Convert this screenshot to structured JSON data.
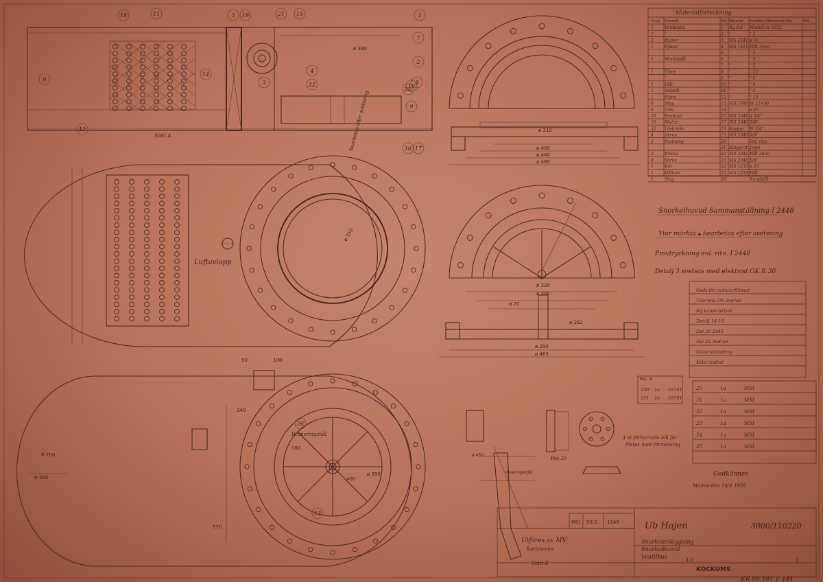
{
  "drawing": {
    "title_main": "Snorkelhuvud Sammanställning I 2448",
    "note_surfaces": "Ytor märkta ▴ bearbetas efter svetsning",
    "note_pressure": "Provtryckning enl. ritn. I 2448",
    "note_detail": "Detalj 3 svetsas med elektrod OK R 30",
    "label_luftavlopp": "Luftavlopp",
    "label_dranering": "Dräneringshål",
    "label_snitt_a": "Snitt A",
    "label_snitt_b": "Snitt B",
    "label_pos20": "Pos 20",
    "label_hal": "4 st förborrade hål för",
    "label_hal2": "fästes med förmässing",
    "label_utfores": "Utföres av MV",
    "label_karlskrona": "Karlskrona",
    "label_ubhajen": "Ub Hajen",
    "drawing_number": "3000/110220",
    "desc1": "Snorkelanläggning",
    "desc2": "Snorkelhuvud",
    "desc3": "Ventilhus",
    "company": "KOCKUMS",
    "footer_code": "KR 09.191  F 141",
    "godkannes": "Godkännes",
    "malmo": "Malmö den 14/4 1955",
    "dims": [
      "ø 330",
      "ø 300",
      "ø 290",
      "ø 460",
      "ø 480",
      "ø 210",
      "ø 380",
      "ø 440",
      "ø 400",
      "ø 262",
      "ø 20"
    ],
    "dim_labels": {
      "d350": "ø 350",
      "d180": "180",
      "d100": "100",
      "d90": "90",
      "d340": "340",
      "d570": "570",
      "d400": "400",
      "d450": "ø 450",
      "r700": "R 700",
      "r580": "R 580",
      "d390": "ø 390"
    }
  },
  "materials_table": {
    "title": "Materialförteckning",
    "headers": [
      "Antal",
      "Föremål",
      "Pos",
      "Material",
      "Modeller Råmaterial Dim.",
      "Vikt"
    ],
    "rows": [
      [
        "1",
        "Ventilsäte",
        "1",
        "Rg 8.8",
        "Modell nr 1033",
        ""
      ],
      [
        "1",
        "\"",
        "2",
        "\"",
        "\" 2",
        ""
      ],
      [
        "2",
        "Hylsor",
        "3",
        "SIS 2341",
        "ø 50",
        ""
      ],
      [
        "1",
        "Fjäder",
        "4",
        "SIS 1411",
        "Plåt 3mm",
        ""
      ],
      [
        "",
        "",
        "5",
        "\"",
        "\" 5",
        ""
      ],
      [
        "1",
        "Monteplåt",
        "6",
        "\"",
        "\" 5",
        ""
      ],
      [
        "",
        "",
        "7",
        "\"",
        "\" 5",
        ""
      ],
      [
        "1",
        "Fläns",
        "8",
        "\"",
        "\" 22",
        ""
      ],
      [
        "",
        "\"",
        "9",
        "\"",
        "\" 5",
        ""
      ],
      [
        "1",
        "Plåt",
        "10",
        "\"",
        "\" 5",
        ""
      ],
      [
        "1",
        "Sidplåt",
        "11",
        "\"",
        "\" 5",
        ""
      ],
      [
        "1",
        "Fläns",
        "12",
        "\"",
        "\" 10",
        ""
      ],
      [
        "6",
        "Stag",
        "13",
        "SIS 1550",
        "pl 12×30",
        ""
      ],
      [
        "6",
        "Gris",
        "14",
        "\"",
        "ø 40",
        ""
      ],
      [
        "16",
        "Pinnbult",
        "15",
        "SIS 2341",
        "ø 3/4\"",
        ""
      ],
      [
        "16",
        "Mutter",
        "17",
        "SIS 2340",
        "5/8\"",
        ""
      ],
      [
        "32",
        "Låsbricka",
        "18",
        "Koppar",
        "W 3/4\"",
        ""
      ],
      [
        "4",
        "Skruv",
        "19",
        "SIS 2340",
        "5/8\"",
        ""
      ],
      [
        "2",
        "Packning",
        "20",
        "",
        "Bef. ritn.",
        ""
      ],
      [
        "",
        "",
        "21",
        "Klingerit",
        "1mm",
        ""
      ],
      [
        "2",
        "Bricka",
        "22",
        "SIS 2341",
        "Plåt 3mm",
        ""
      ],
      [
        "8",
        "Skruv",
        "23",
        "SIS 2340",
        "5/8\"",
        ""
      ],
      [
        "1",
        "Rör",
        "24",
        "SIS 1233",
        "ø 20",
        ""
      ],
      [
        "1",
        "Hållare",
        "25",
        "SIS 1233",
        "Plåt",
        ""
      ],
      [
        "1",
        "Stag",
        "26",
        "",
        "Rundstål",
        ""
      ]
    ]
  },
  "revisions": {
    "title": "Ändringar",
    "rows": [
      "Gods för reducerflänsar",
      "Tolerans 2% ändrad",
      "Ny konstruktion",
      "Detalj 14-16",
      "Del 26 2441",
      "Del 22 ändrad",
      "Materialändring",
      "Mått ändrat"
    ]
  },
  "parts_list_small": {
    "title": "Rsc nr",
    "rows": [
      [
        "230",
        "1a",
        "18741"
      ],
      [
        "231",
        "1a",
        "18741"
      ]
    ]
  },
  "weld_table": {
    "rows": [
      [
        "20",
        "1a",
        "MSI"
      ],
      [
        "21",
        "1a",
        "MSI"
      ],
      [
        "22",
        "1a",
        "MSI"
      ],
      [
        "23",
        "1a",
        "MSI"
      ],
      [
        "24",
        "1a",
        "MSI"
      ],
      [
        "25",
        "1a",
        "MSI"
      ]
    ]
  },
  "title_block": {
    "approved_by": "Överingenjör",
    "material_row": [
      "MSI",
      "99.3",
      "1949"
    ],
    "scale": "1:2",
    "sheet": "1"
  },
  "balloons": [
    "1",
    "2",
    "3",
    "4",
    "5",
    "6",
    "7",
    "8",
    "9",
    "10",
    "11",
    "12",
    "13",
    "14",
    "15",
    "16",
    "17",
    "18",
    "19",
    "20",
    "21",
    "22",
    "26"
  ]
}
